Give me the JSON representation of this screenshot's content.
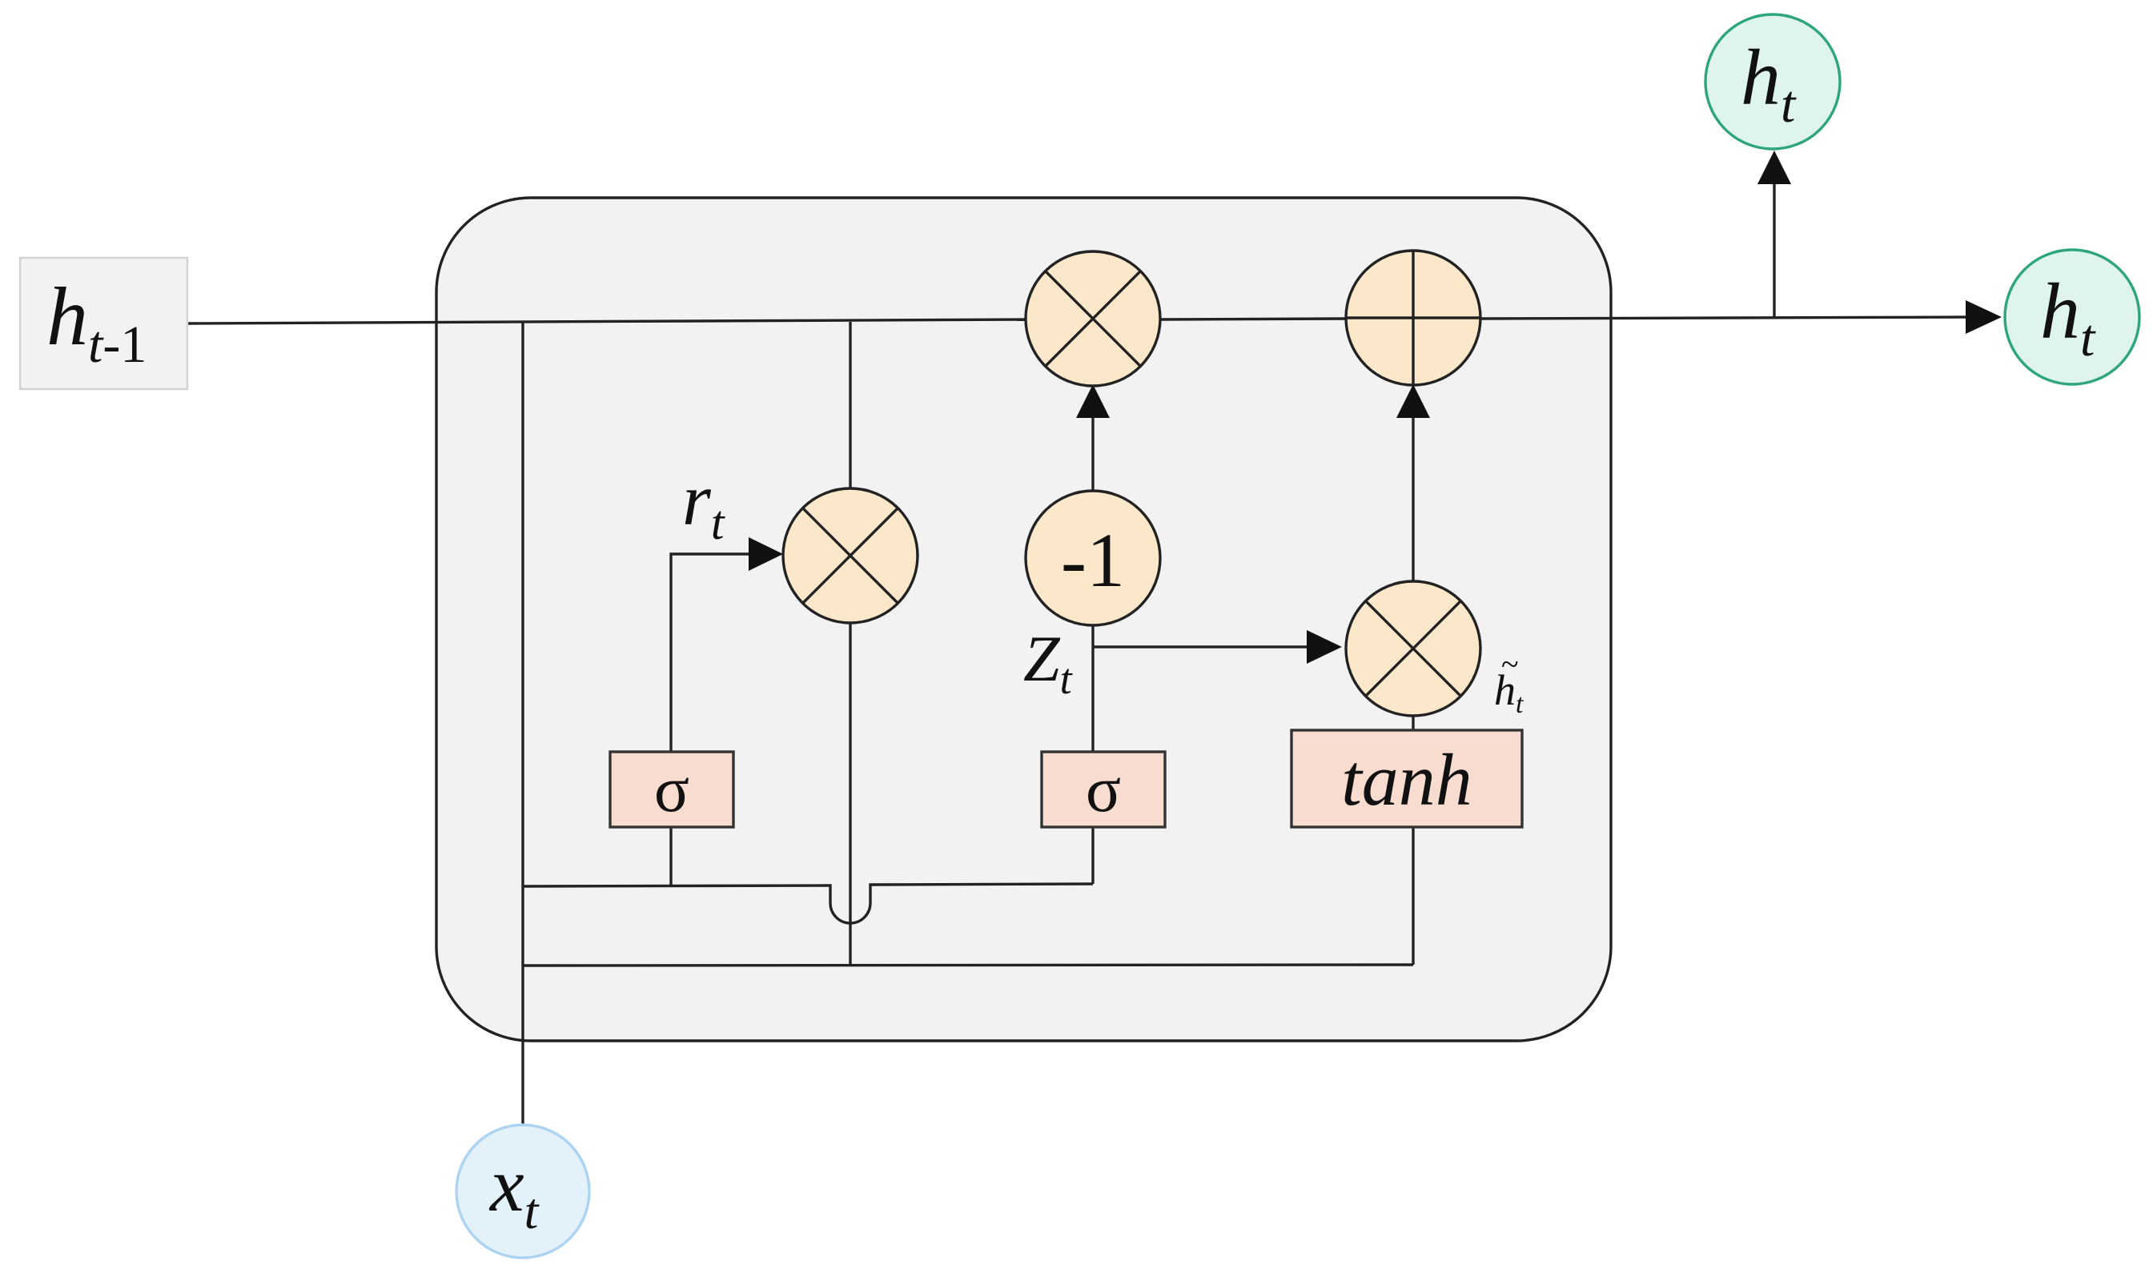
{
  "inputs": {
    "prev_hidden": {
      "main": "h",
      "sub": "t",
      "sub_suffix": "-1"
    },
    "x": {
      "main": "x",
      "sub": "t"
    }
  },
  "outputs": {
    "top": {
      "main": "h",
      "sub": "t"
    },
    "right": {
      "main": "h",
      "sub": "t"
    }
  },
  "gates": {
    "sigma_reset": "σ",
    "sigma_update": "σ",
    "tanh": "tanh"
  },
  "labels": {
    "reset": {
      "main": "r",
      "sub": "t"
    },
    "update": {
      "main": "Z",
      "sub": "t"
    },
    "candidate": {
      "main": "h",
      "accent": "~",
      "sub": "t"
    },
    "minus_one": "-1"
  },
  "colors": {
    "operator_fill": "#fbe8ca",
    "gate_fill": "#f9dcd0",
    "cell_fill": "#f2f2f2",
    "output_fill": "#dff5ec",
    "output_stroke": "#2fa57d",
    "input_fill": "#e3f1fb",
    "input_stroke": "#acd3f1"
  },
  "icons": {
    "multiply": "circle-times",
    "add": "circle-plus"
  }
}
